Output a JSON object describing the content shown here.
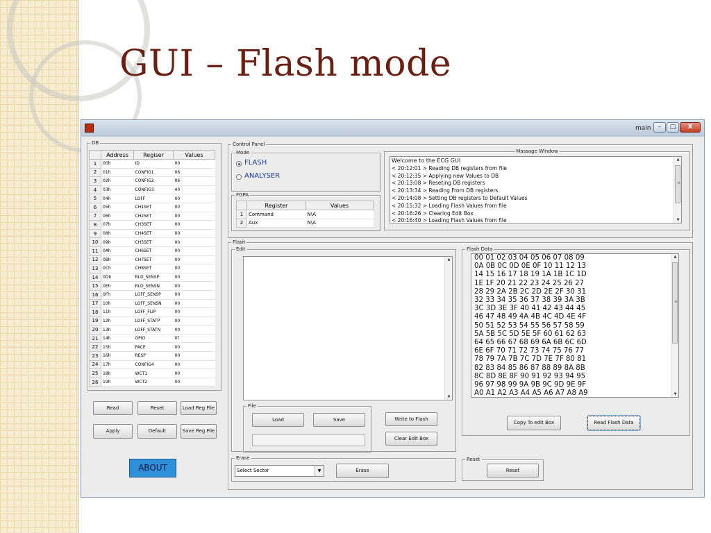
{
  "slide": {
    "title": "GUI – Flash mode"
  },
  "window": {
    "title": "main",
    "minimize": "–",
    "maximize": "□",
    "close": "X"
  },
  "db": {
    "label": "DB",
    "columns": [
      "Address",
      "Regiser",
      "Values"
    ],
    "rows": [
      {
        "n": "1",
        "addr": "00h",
        "reg": "ID",
        "val": "00"
      },
      {
        "n": "2",
        "addr": "01h",
        "reg": "CONFIG1",
        "val": "06"
      },
      {
        "n": "3",
        "addr": "02h",
        "reg": "CONFIG2",
        "val": "06"
      },
      {
        "n": "4",
        "addr": "03h",
        "reg": "CONFIG3",
        "val": "40"
      },
      {
        "n": "5",
        "addr": "04h",
        "reg": "LOFF",
        "val": "00"
      },
      {
        "n": "6",
        "addr": "05h",
        "reg": "CH1SET",
        "val": "00"
      },
      {
        "n": "7",
        "addr": "06h",
        "reg": "CH2SET",
        "val": "00"
      },
      {
        "n": "8",
        "addr": "07h",
        "reg": "CH3SET",
        "val": "00"
      },
      {
        "n": "9",
        "addr": "08h",
        "reg": "CH4SET",
        "val": "00"
      },
      {
        "n": "10",
        "addr": "09h",
        "reg": "CH5SET",
        "val": "00"
      },
      {
        "n": "11",
        "addr": "0Ah",
        "reg": "CH6SET",
        "val": "00"
      },
      {
        "n": "12",
        "addr": "0Bh",
        "reg": "CH7SET",
        "val": "00"
      },
      {
        "n": "13",
        "addr": "0Ch",
        "reg": "CH8SET",
        "val": "00"
      },
      {
        "n": "14",
        "addr": "0Dh",
        "reg": "RLD_SENSP",
        "val": "00"
      },
      {
        "n": "15",
        "addr": "0Eh",
        "reg": "RLD_SENSN",
        "val": "00"
      },
      {
        "n": "16",
        "addr": "0Fh",
        "reg": "LOFF_SENSP",
        "val": "00"
      },
      {
        "n": "17",
        "addr": "10h",
        "reg": "LOFF_SENSN",
        "val": "00"
      },
      {
        "n": "18",
        "addr": "11h",
        "reg": "LOFF_FLIP",
        "val": "00"
      },
      {
        "n": "19",
        "addr": "12h",
        "reg": "LOFF_STATP",
        "val": "00"
      },
      {
        "n": "20",
        "addr": "13h",
        "reg": "LOFF_STATN",
        "val": "00"
      },
      {
        "n": "21",
        "addr": "14h",
        "reg": "GPIO",
        "val": "0f"
      },
      {
        "n": "22",
        "addr": "15h",
        "reg": "PACE",
        "val": "00"
      },
      {
        "n": "23",
        "addr": "16h",
        "reg": "RESP",
        "val": "00"
      },
      {
        "n": "24",
        "addr": "17h",
        "reg": "CONFIG4",
        "val": "00"
      },
      {
        "n": "25",
        "addr": "18h",
        "reg": "WCT1",
        "val": "00"
      },
      {
        "n": "26",
        "addr": "19h",
        "reg": "WCT2",
        "val": "00"
      }
    ],
    "buttons": {
      "read": "Read",
      "reset": "Reset",
      "load_reg_file": "Load Reg File",
      "apply": "Apply",
      "default": "Default",
      "save_reg_file": "Save Reg File"
    }
  },
  "about_label": "ABOUT",
  "control_panel": {
    "label": "Control Panel",
    "mode": {
      "label": "Mode",
      "options": [
        "FLASH",
        "ANALYSER"
      ],
      "selected": "FLASH"
    },
    "fgpa": {
      "label": "FGPA",
      "columns": [
        "Register",
        "Values"
      ],
      "rows": [
        {
          "n": "1",
          "reg": "Command",
          "val": "N\\A"
        },
        {
          "n": "2",
          "reg": "Aux",
          "val": "N\\A"
        }
      ]
    },
    "message_window": {
      "label": "Massage Window",
      "lines": [
        "Welcome to the ECG GUI",
        "< 20:12:01 > Reading DB registers from file",
        "< 20:12:35 > Applying new Values to DB",
        "< 20:13:08 > Reseting DB registers",
        "< 20:13:34 > Reading From DB registers",
        "< 20:14:08 > Setting DB registers to Default Values",
        "< 20:15:32 > Loading Flash Values from file",
        "< 20:16:26 > Clearing Edit Box",
        "< 20:16:40 > Loading Flash Values from file"
      ]
    }
  },
  "flash": {
    "label": "Flash",
    "edit": {
      "label": "Edit"
    },
    "file": {
      "label": "File",
      "load": "Load",
      "save": "Save"
    },
    "write_to_flash": "Write to Flash",
    "clear_edit_box": "Clear Edit Box",
    "flash_data": {
      "label": "Flash Data",
      "lines": [
        "00 01 02 03 04 05 06 07 08 09",
        "0A 0B 0C 0D 0E 0F 10 11 12 13",
        "14 15 16 17 18 19 1A 1B 1C 1D",
        "1E 1F 20 21 22 23 24 25 26 27",
        "28 29 2A 2B 2C 2D 2E 2F 30 31",
        "32 33 34 35 36 37 38 39 3A 3B",
        "3C 3D 3E 3F 40 41 42 43 44 45",
        "46 47 48 49 4A 4B 4C 4D 4E 4F",
        "50 51 52 53 54 55 56 57 58 59",
        "5A 5B 5C 5D 5E 5F 60 61 62 63",
        "64 65 66 67 68 69 6A 6B 6C 6D",
        "6E 6F 70 71 72 73 74 75 76 77",
        "78 79 7A 7B 7C 7D 7E 7F 80 81",
        "82 83 84 85 86 87 88 89 8A 8B",
        "8C 8D 8E 8F 90 91 92 93 94 95",
        "96 97 98 99 9A 9B 9C 9D 9E 9F",
        "A0 A1 A2 A3 A4 A5 A6 A7 A8 A9"
      ],
      "copy_to_edit_box": "Copy To edit Box",
      "read_flash_data": "Read Flash Data"
    },
    "erase": {
      "label": "Erase",
      "select": "Select Sector",
      "button": "Erase"
    },
    "reset": {
      "label": "Reset",
      "button": "Reset"
    }
  }
}
